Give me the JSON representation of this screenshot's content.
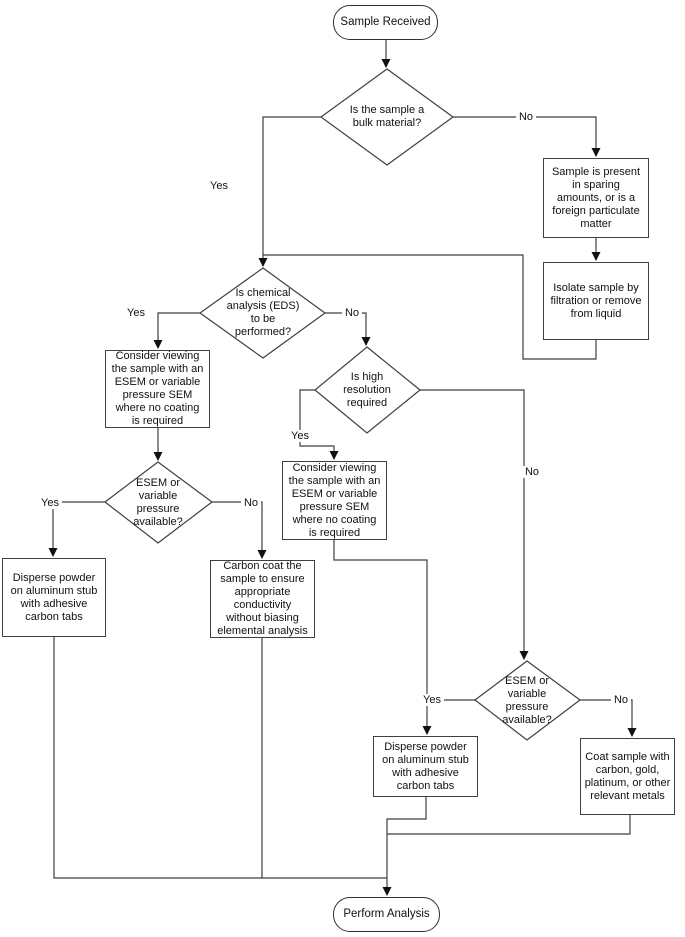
{
  "diagram": {
    "background_color": "#ffffff",
    "line_color": "#3f3f3f",
    "text_color": "#111111"
  },
  "nodes": {
    "start": {
      "label": "Sample Received"
    },
    "d_bulk": {
      "label": "Is the sample a\nbulk material?"
    },
    "box_sparing": {
      "label": "Sample is present\nin sparing\namounts, or is a\nforeign particulate\nmatter"
    },
    "box_isolate": {
      "label": "Isolate sample by\nfiltration or remove\nfrom liquid"
    },
    "d_eds": {
      "label": "Is chemical\nanalysis (EDS)\nto be\nperformed?"
    },
    "box_esem1": {
      "label": "Consider viewing\nthe sample with an\nESEM or variable\npressure SEM\nwhere no coating\nis required"
    },
    "d_hires": {
      "label": "Is high\nresolution\nrequired"
    },
    "box_esem2": {
      "label": "Consider viewing\nthe sample with an\nESEM or variable\npressure SEM\nwhere no coating\nis required"
    },
    "d_esem_left": {
      "label": "ESEM or\nvariable\npressure\navailable?"
    },
    "box_disperse1": {
      "label": "Disperse powder\non aluminum stub\nwith adhesive\ncarbon tabs"
    },
    "box_carbon": {
      "label": "Carbon coat the\nsample to ensure\nappropriate\nconductivity\nwithout biasing\nelemental analysis"
    },
    "d_esem_right": {
      "label": "ESEM or\nvariable\npressure\navailable?"
    },
    "box_disperse2": {
      "label": "Disperse powder\non aluminum stub\nwith adhesive\ncarbon tabs"
    },
    "box_coat": {
      "label": "Coat sample with\ncarbon, gold,\nplatinum, or other\nrelevant metals"
    },
    "end": {
      "label": "Perform Analysis"
    }
  },
  "edge_labels": {
    "bulk_yes": "Yes",
    "bulk_no": "No",
    "eds_yes": "Yes",
    "eds_no": "No",
    "hires_yes": "Yes",
    "hires_no": "No",
    "esem_left_yes": "Yes",
    "esem_left_no": "No",
    "esem_right_yes": "Yes",
    "esem_right_no": "No"
  }
}
